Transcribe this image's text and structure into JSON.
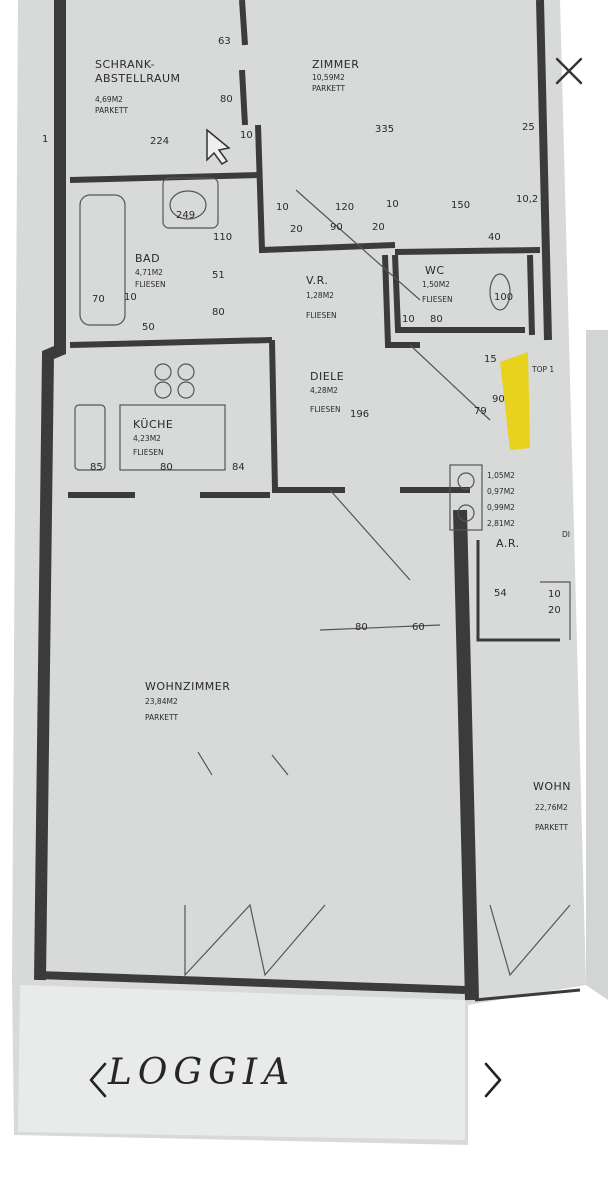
{
  "viewer": {
    "close_icon": "close-icon",
    "prev_icon": "chevron-left-icon",
    "next_icon": "chevron-right-icon"
  },
  "colors": {
    "paper": "#d9dcdb",
    "wall": "#3b3b3b",
    "highlight": "#e8d21e",
    "background": "#ffffff"
  },
  "handwritten": {
    "loggia": "LOGGIA"
  },
  "rooms": {
    "schrank": {
      "name_line1": "SCHRANK-",
      "name_line2": "ABSTELLRAUM",
      "area": "4,69M2",
      "floor": "PARKETT"
    },
    "zimmer": {
      "name": "ZIMMER",
      "area": "10,59M2",
      "floor": "PARKETT"
    },
    "bad": {
      "name": "BAD",
      "area": "4,71M2",
      "floor": "FLIESEN"
    },
    "vr": {
      "name": "V.R.",
      "area": "1,28M2",
      "floor": "FLIESEN"
    },
    "wc": {
      "name": "WC",
      "area": "1,50M2",
      "floor": "FLIESEN"
    },
    "diele": {
      "name": "DIELE",
      "area": "4,28M2",
      "floor": "FLIESEN"
    },
    "kueche": {
      "name": "KÜCHE",
      "area": "4,23M2",
      "floor": "FLIESEN"
    },
    "wohnzimmer": {
      "name": "WOHNZIMMER",
      "area": "23,84M2",
      "floor": "PARKETT"
    },
    "ar": {
      "name": "A.R.",
      "areas": [
        "1,05M2",
        "0,97M2",
        "0,99M2",
        "2,81M2"
      ]
    },
    "wohn2": {
      "name": "WOHN",
      "area": "22,76M2",
      "floor": "PARKETT"
    },
    "top": {
      "label": "TOP 1"
    },
    "di": {
      "label": "DI"
    }
  },
  "dimensions": {
    "d63": "63",
    "d80a": "80",
    "d224": "224",
    "d10a": "10",
    "d335": "335",
    "d25": "25",
    "d1": "1",
    "d249": "249",
    "d110": "110",
    "d10b": "10",
    "d120": "120",
    "d10c": "10",
    "d150": "150",
    "d10_2": "10,2",
    "d20a": "20",
    "d90": "90",
    "d20b": "20",
    "d40": "40",
    "d70": "70",
    "d10d": "10",
    "d51": "51",
    "d80b": "80",
    "d100": "100",
    "d10e": "10",
    "d80c": "80",
    "d50": "50",
    "d15": "15",
    "d196": "196",
    "d79": "79",
    "d90b": "90",
    "d85": "85",
    "d80d": "80",
    "d84": "84",
    "d54": "54",
    "d10f": "10",
    "d20c": "20",
    "d80e": "80",
    "d60": "60"
  }
}
